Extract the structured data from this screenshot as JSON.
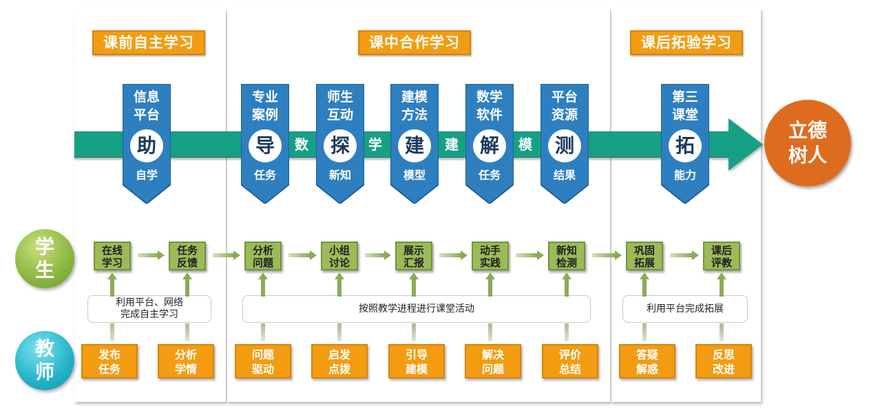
{
  "phases": [
    {
      "title": "课前自主学习"
    },
    {
      "title": "课中合作学习"
    },
    {
      "title": "课后拓验学习"
    }
  ],
  "band_chars": [
    "数",
    "学",
    "建",
    "模"
  ],
  "pennants": [
    {
      "top": "信息\n平台",
      "circle": "助",
      "bottom": "自学"
    },
    {
      "top": "专业\n案例",
      "circle": "导",
      "bottom": "任务"
    },
    {
      "top": "师生\n互动",
      "circle": "探",
      "bottom": "新知"
    },
    {
      "top": "建模\n方法",
      "circle": "建",
      "bottom": "模型"
    },
    {
      "top": "数学\n软件",
      "circle": "解",
      "bottom": "任务"
    },
    {
      "top": "平台\n资源",
      "circle": "测",
      "bottom": "结果"
    },
    {
      "top": "第三\n课堂",
      "circle": "拓",
      "bottom": "能力"
    }
  ],
  "goal": {
    "line1": "立德",
    "line2": "树人"
  },
  "roles": {
    "student": {
      "line1": "学",
      "line2": "生"
    },
    "teacher": {
      "line1": "教",
      "line2": "师"
    }
  },
  "student_steps": [
    {
      "line1": "在线",
      "line2": "学习"
    },
    {
      "line1": "任务",
      "line2": "反馈"
    },
    {
      "line1": "分析",
      "line2": "问题"
    },
    {
      "line1": "小组",
      "line2": "讨论"
    },
    {
      "line1": "展示",
      "line2": "汇报"
    },
    {
      "line1": "动手",
      "line2": "实践"
    },
    {
      "line1": "新知",
      "line2": "检测"
    },
    {
      "line1": "巩固",
      "line2": "拓展"
    },
    {
      "line1": "课后",
      "line2": "评教"
    }
  ],
  "teacher_steps": [
    {
      "line1": "发布",
      "line2": "任务"
    },
    {
      "line1": "分析",
      "line2": "学情"
    },
    {
      "line1": "问题",
      "line2": "驱动"
    },
    {
      "line1": "启发",
      "line2": "点拨"
    },
    {
      "line1": "引导",
      "line2": "建模"
    },
    {
      "line1": "解决",
      "line2": "问题"
    },
    {
      "line1": "评价",
      "line2": "总结"
    },
    {
      "line1": "答疑",
      "line2": "解惑"
    },
    {
      "line1": "反思",
      "line2": "改进"
    }
  ],
  "notes": [
    {
      "line1": "利用平台、网络",
      "line2": "完成自主学习"
    },
    {
      "line1": "按照教学进程进行课堂活动",
      "line2": ""
    },
    {
      "line1": "利用平台完成拓展",
      "line2": ""
    }
  ],
  "colors": {
    "band": "#16a085",
    "pennant": "#2e7fbf",
    "phase_title": "#f39c12",
    "student_box": "#9bbb59",
    "teacher_box": "#f39c12",
    "goal": "#dd6c1f"
  }
}
